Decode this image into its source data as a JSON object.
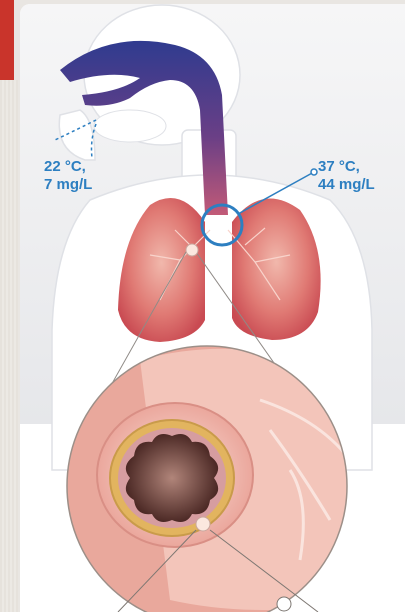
{
  "annotations": {
    "inhaled": {
      "temperature": "22 °C,",
      "humidity": "7 mg/L"
    },
    "airway": {
      "temperature": "37 °C,",
      "humidity": "44 mg/L"
    }
  },
  "colors": {
    "callout": "#2d7fc1",
    "air_dark": "#3b3d8f",
    "lung": "#d9575a",
    "tissue": "#e8928a"
  },
  "icons": [
    "nose-airflow-icon",
    "magnifier-circle-icon",
    "callout-ring-icon"
  ]
}
